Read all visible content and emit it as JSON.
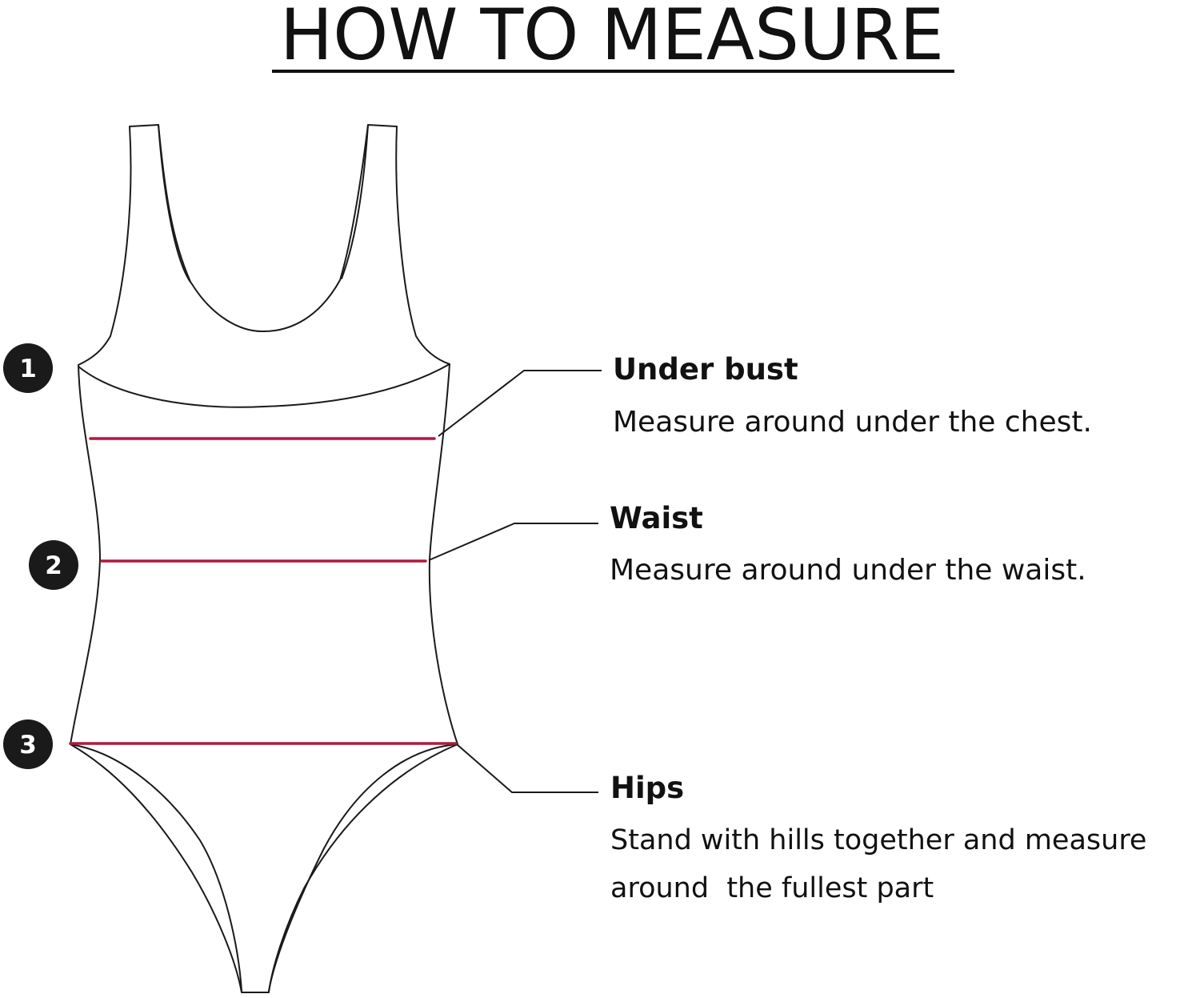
{
  "title": "HOW TO MEASURE",
  "colors": {
    "outline": "#1a1a1a",
    "measure_line": "#b0193e",
    "badge": "#1a1a1a",
    "badge_text": "#ffffff"
  },
  "measurements": [
    {
      "number": "1",
      "name": "Under bust",
      "description": "Measure around under the chest."
    },
    {
      "number": "2",
      "name": "Waist",
      "description": "Measure around under the waist."
    },
    {
      "number": "3",
      "name": "Hips",
      "description_lines": [
        "Stand with hills together and measure",
        "around  the fullest part"
      ]
    }
  ]
}
